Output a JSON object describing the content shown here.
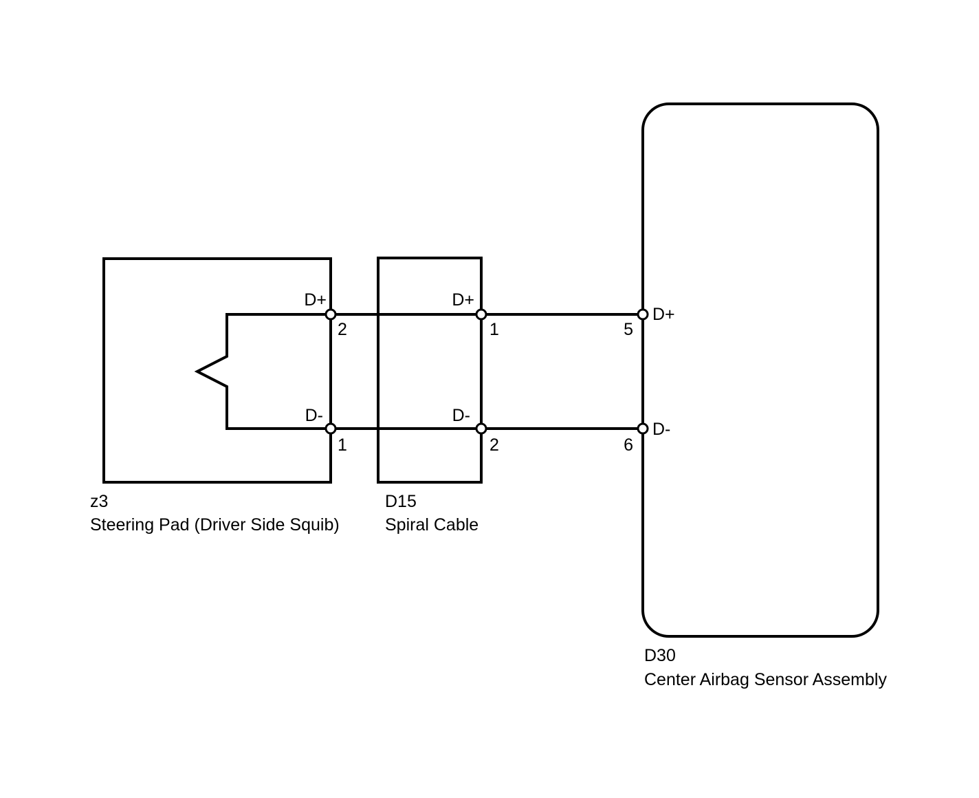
{
  "components": {
    "steering_pad": {
      "code": "z3",
      "name": "Steering Pad (Driver Side Squib)"
    },
    "spiral_cable": {
      "code": "D15",
      "name": "Spiral Cable"
    },
    "airbag_sensor": {
      "code": "D30",
      "name": "Center Airbag Sensor Assembly"
    }
  },
  "terminals": {
    "z3_dplus": {
      "signal": "D+",
      "pin": "2"
    },
    "z3_dminus": {
      "signal": "D-",
      "pin": "1"
    },
    "d15_dplus": {
      "signal": "D+",
      "pin": "1"
    },
    "d15_dminus": {
      "signal": "D-",
      "pin": "2"
    },
    "d30_dplus": {
      "signal": "D+",
      "pin": "5"
    },
    "d30_dminus": {
      "signal": "D-",
      "pin": "6"
    }
  }
}
